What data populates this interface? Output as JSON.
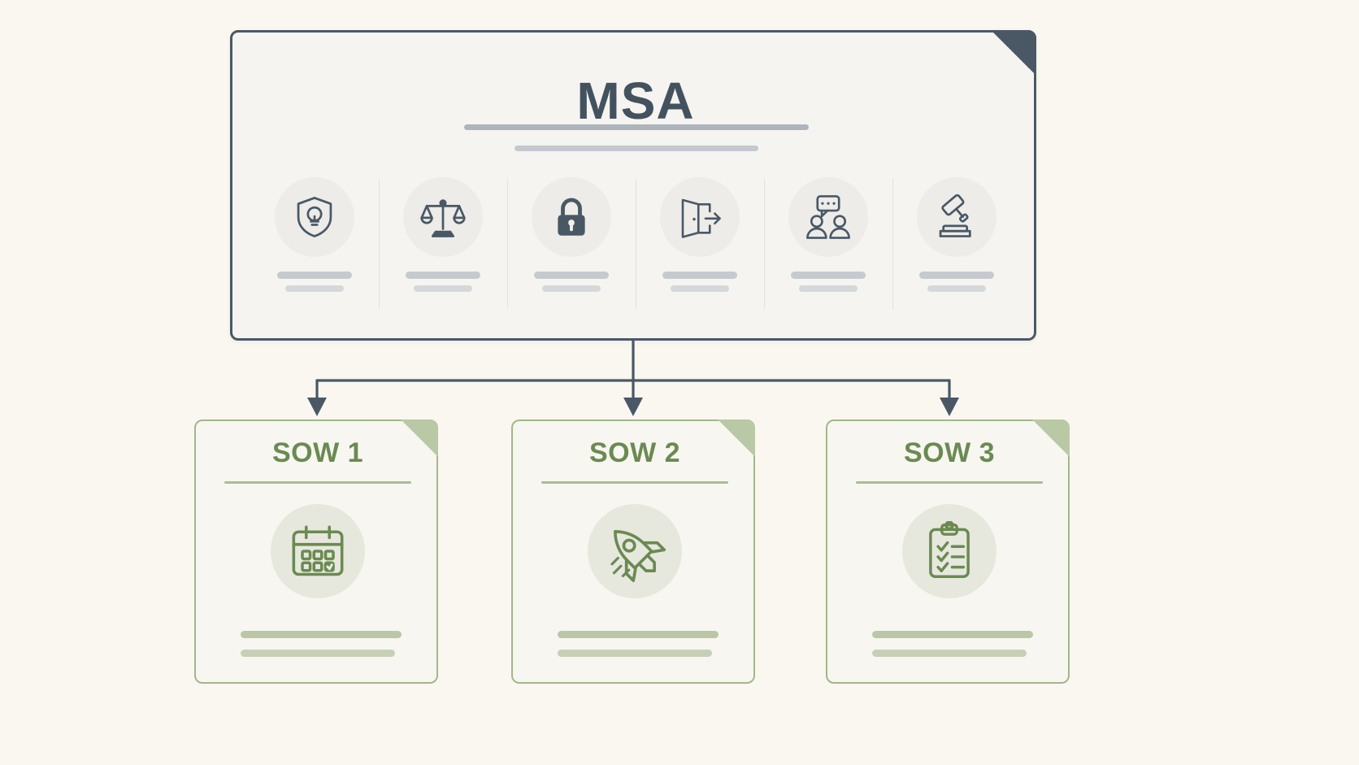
{
  "diagram": {
    "title": "MSA to SOW hierarchy",
    "background_color": "#faf7f0"
  },
  "master": {
    "title": "MSA",
    "border_color": "#4a5866",
    "fill_color": "#f5f4f0",
    "fold_color": "#4a5866",
    "title_color": "#44525f",
    "rule_colors": [
      "#aeb4bb",
      "#c4c9cf"
    ],
    "clauses": [
      {
        "icon": "shield-lightbulb-icon",
        "icon_name": "intellectual-property"
      },
      {
        "icon": "scales-of-justice-icon",
        "icon_name": "liability"
      },
      {
        "icon": "padlock-icon",
        "icon_name": "confidentiality"
      },
      {
        "icon": "exit-door-arrow-icon",
        "icon_name": "termination"
      },
      {
        "icon": "people-speech-bubble-icon",
        "icon_name": "dispute-resolution"
      },
      {
        "icon": "gavel-icon",
        "icon_name": "governing-law"
      }
    ]
  },
  "connector": {
    "color": "#4a5866",
    "style": "orthogonal-branch-with-arrowheads",
    "branch_count": 3
  },
  "children": [
    {
      "title": "SOW 1",
      "icon": "calendar-check-icon",
      "icon_name": "schedule",
      "border_color": "#a3b68c",
      "fold_color": "#b9c9a5",
      "title_color": "#6a8a52"
    },
    {
      "title": "SOW 2",
      "icon": "rocket-icon",
      "icon_name": "launch",
      "border_color": "#a3b68c",
      "fold_color": "#b9c9a5",
      "title_color": "#6a8a52"
    },
    {
      "title": "SOW 3",
      "icon": "clipboard-checklist-icon",
      "icon_name": "deliverables",
      "border_color": "#a3b68c",
      "fold_color": "#b9c9a5",
      "title_color": "#6a8a52"
    }
  ]
}
